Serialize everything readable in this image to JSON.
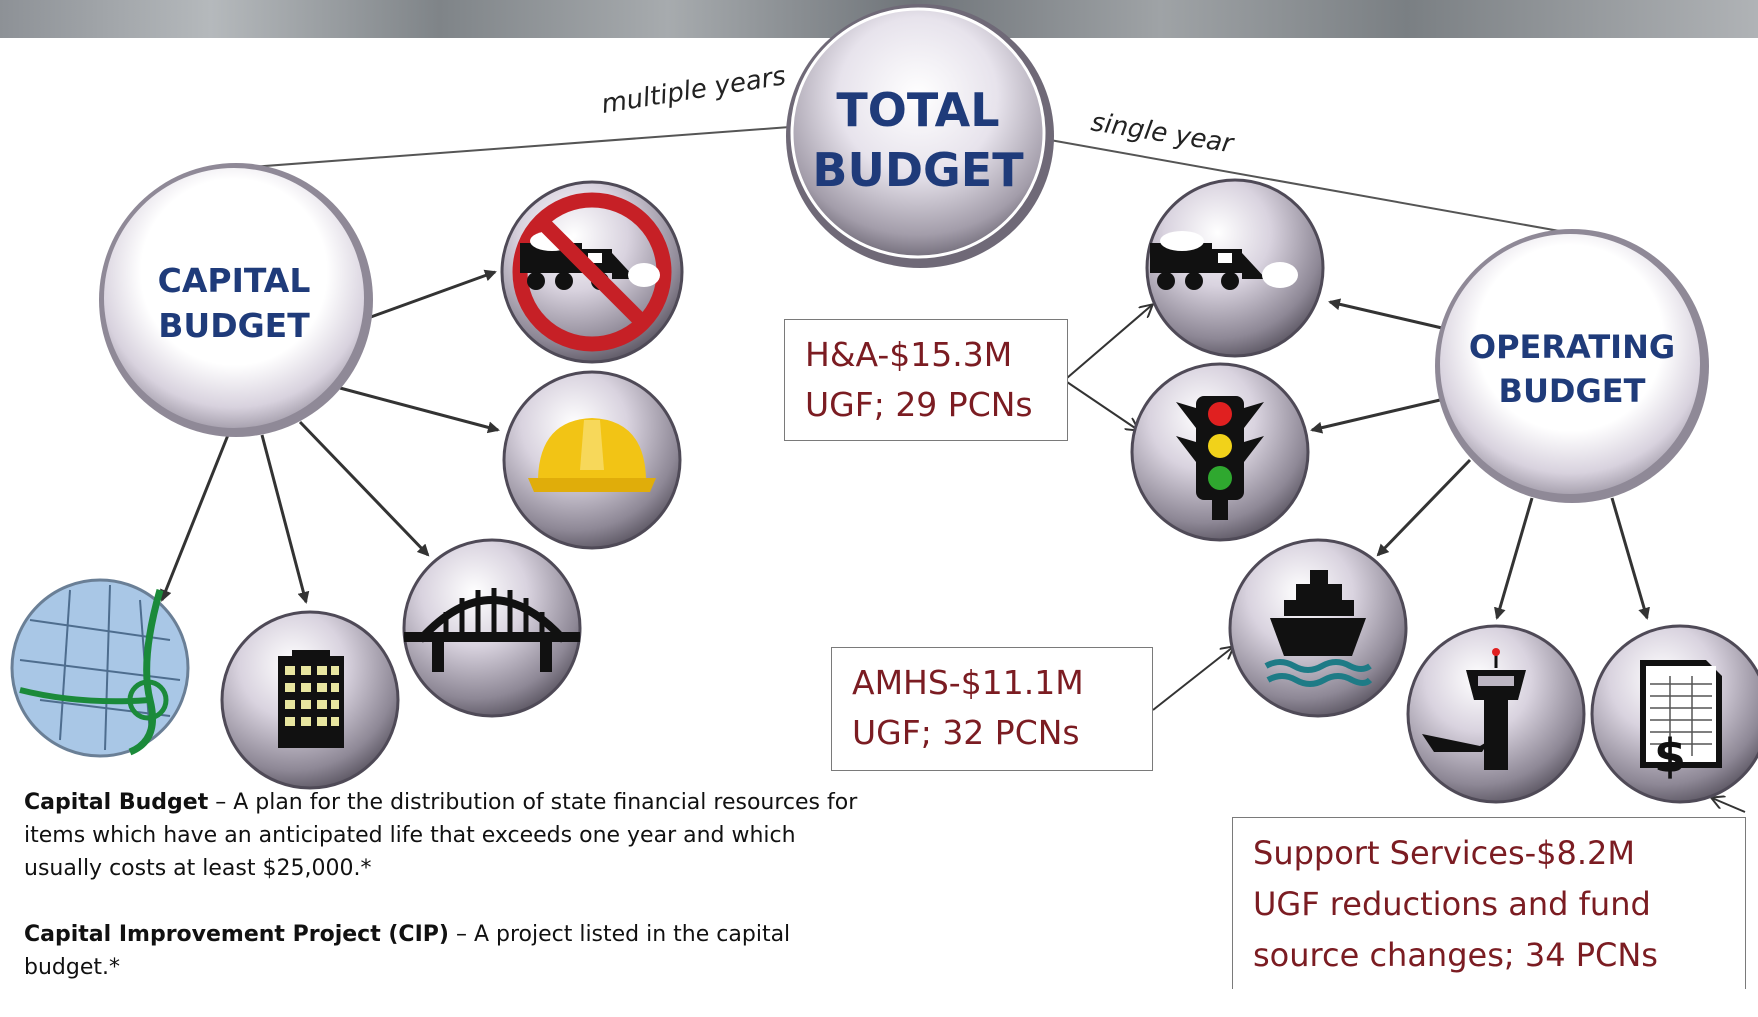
{
  "center": {
    "line1": "TOTAL",
    "line2": "BUDGET"
  },
  "capital": {
    "line1": "CAPITAL",
    "line2": "BUDGET"
  },
  "operating": {
    "line1": "OPERATING",
    "line2": "BUDGET"
  },
  "edges": {
    "left": "multiple years",
    "right": "single year"
  },
  "boxes": {
    "ha": {
      "line1": "H&A-$15.3M",
      "line2": "UGF; 29 PCNs"
    },
    "amhs": {
      "line1": "AMHS-$11.1M",
      "line2": "UGF; 32 PCNs"
    },
    "support": {
      "line1": "Support Services-$8.2M",
      "line2": "UGF reductions and fund",
      "line3": "source changes; 34 PCNs"
    }
  },
  "capital_icons": [
    "no-snowplow-icon",
    "hard-hat-icon",
    "bridge-icon",
    "building-icon",
    "map-icon"
  ],
  "operating_icons": [
    "snowplow-icon",
    "traffic-light-icon",
    "ferry-icon",
    "airport-tower-icon",
    "invoice-dollar-icon"
  ],
  "definitions": [
    {
      "term": "Capital Budget",
      "text": " – A plan for the distribution of state financial resources for items which have an anticipated life that exceeds one year and which usually costs at least $25,000.*"
    },
    {
      "term": "Capital Improvement Project (CIP)",
      "text": " – A project listed in the capital budget.*"
    }
  ],
  "colors": {
    "bubble_text": "#1f3b7a",
    "box_text": "#7b1c22"
  }
}
